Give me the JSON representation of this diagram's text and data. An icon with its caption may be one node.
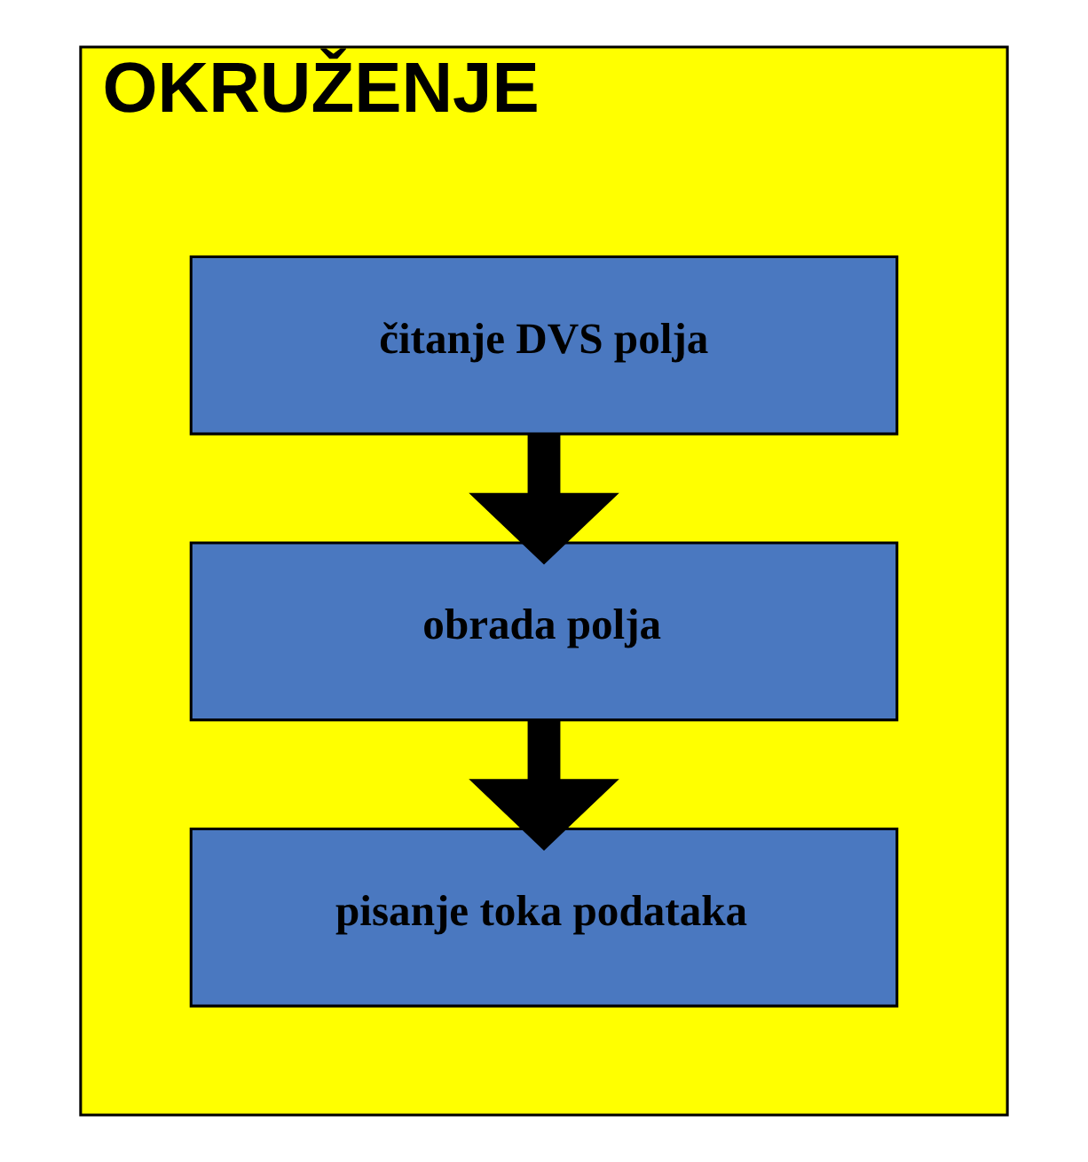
{
  "diagram": {
    "nodes": [
      {
        "text": [
          "OKRUŽENJE"
        ]
      },
      {
        "text": [
          "čitanje DVS polja"
        ],
        "in": 0
      },
      {
        "text": [
          "obrada polja"
        ],
        "in": 0
      },
      {
        "text": [
          "pisanje toka podataka"
        ],
        "in": 0
      }
    ],
    "edges": [
      {
        "from": 1,
        "to": 2,
        "arrow": "to"
      },
      {
        "from": 2,
        "to": 3,
        "arrow": "to"
      }
    ]
  }
}
